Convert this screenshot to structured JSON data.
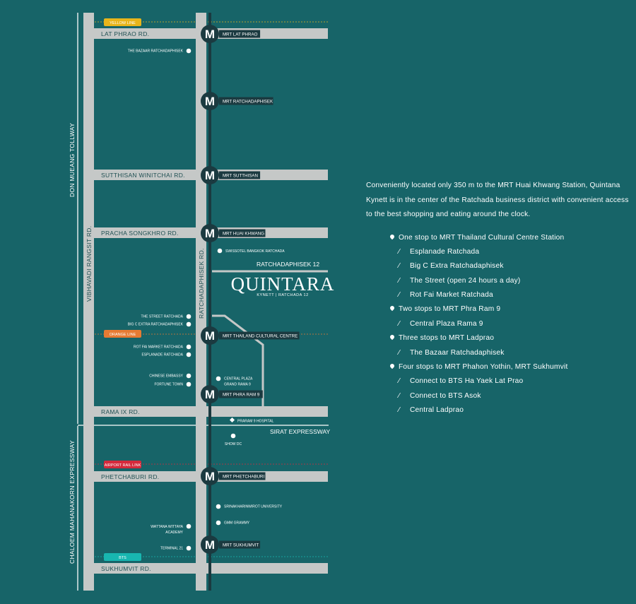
{
  "map": {
    "vertical_roads": {
      "tollway": "DON MUEANG TOLLWAY",
      "vibhavadi": "VIBHAVADI RANGSIT RD.",
      "ratchadaphisek": "RATCHADAPHISEK RD.",
      "expressway": "CHALOEM MAHANAKORN EXPRESSWAY"
    },
    "horizontal_roads": [
      "LAT PHRAO RD.",
      "SUTTHISAN WINITCHAI RD.",
      "PRACHA SONGKHRO RD.",
      "RAMA IX RD.",
      "PHETCHABURI RD.",
      "SUKHUMVIT RD."
    ],
    "lines": {
      "yellow": {
        "label": "YELLOW LINE",
        "color": "#e8b51b"
      },
      "orange": {
        "label": "ORANGE LINE",
        "color": "#e67b33"
      },
      "airport": {
        "label": "AIRPORT RAIL LINK",
        "color": "#d42a3c"
      },
      "bts": {
        "label": "BTS",
        "color": "#18b6b0"
      }
    },
    "station_icon_letter": "M",
    "stations": [
      "MRT LAT PHRAO",
      "MRT RATCHADAPHISEK",
      "MRT SUTTHISAN",
      "MRT HUAI KHWANG",
      "MRT THAILAND CULTURAL CENTRE",
      "MRT PHRA RAM 9",
      "MRT PHETCHABURI",
      "MRT SUKHUMVIT"
    ],
    "pois": [
      "THE BAZAAR RATCHADAPHISEK",
      "SWISSOTEL BANGKOK RATCHADA",
      "THE STREET RATCHADA",
      "BIG C EXTRA RATCHADAPHISEK",
      "ROT FAI MARKET RATCHADA",
      "ESPLANADE RATCHADA",
      "CHINESE EMBASSY",
      "FORTUNE TOWN",
      "CENTRAL PLAZA",
      "GRAND RAMA 9",
      "PRARAM 9 HOSPITAL",
      "SHOW DC",
      "SRINAKHARINWIROT UNIVERSITY",
      "GMM GRAMMY",
      "WATTANA WITTAYA",
      "ACADEMY",
      "TERMINAL 21"
    ],
    "ratchadaphisek_12": "RATCHADAPHISEK 12",
    "sirat_expressway": "SIRAT EXPRESSWAY",
    "logo": {
      "name": "QUINTARA",
      "subtitle": "KYNETT | RATCHADA 12"
    },
    "colors": {
      "background": "#176468",
      "road": "#c5c8c7",
      "mrt_line": "#1b3a40"
    }
  },
  "info": {
    "intro": "Conveniently located only 350 m to the MRT Huai Khwang Station, Quintana Kynett is in the center of the Ratchada business district with convenient access to the best shopping and eating around the clock.",
    "stops": [
      {
        "label": "One stop to MRT Thailand Cultural Centre Station",
        "items": [
          "Esplanade Ratchada",
          "Big C Extra Ratchadaphisek",
          "The Street (open 24 hours a day)",
          "Rot Fai Market Ratchada"
        ]
      },
      {
        "label": "Two stops to MRT Phra Ram 9",
        "items": [
          "Central Plaza Rama 9"
        ]
      },
      {
        "label": "Three stops to MRT Ladprao",
        "items": [
          "The Bazaar Ratchadaphisek"
        ]
      },
      {
        "label": "Four stops to MRT Phahon Yothin, MRT Sukhumvit",
        "items": [
          "Connect to BTS Ha Yaek Lat Prao",
          "Connect to BTS Asok",
          "Central Ladprao"
        ]
      }
    ],
    "sub_marker": "⁄"
  }
}
